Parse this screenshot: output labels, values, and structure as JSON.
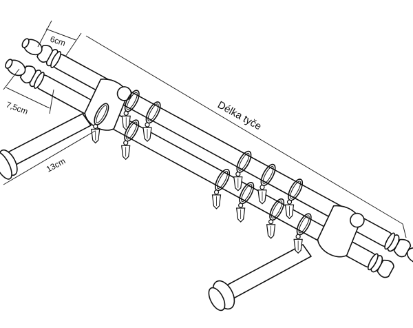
{
  "labels": {
    "finial_depth": "6cm",
    "rod_spacing": "7,5cm",
    "bracket_length": "13cm",
    "rod_length": "Délka tyče"
  },
  "colors": {
    "line": "#111111",
    "background": "#ffffff"
  },
  "rings_on_back_rod": 5,
  "rings_on_front_rod": 6
}
